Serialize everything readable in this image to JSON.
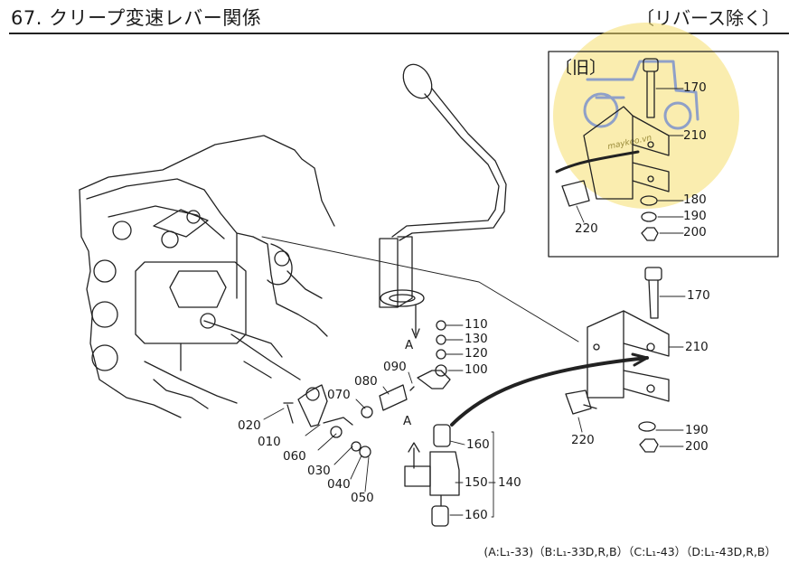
{
  "header": {
    "title": "67. クリープ変速レバー関係",
    "scope": "〔リバース除く〕"
  },
  "inset": {
    "label": "〔旧〕",
    "parts": [
      "170",
      "210",
      "180",
      "190",
      "200",
      "220"
    ]
  },
  "callouts": {
    "p110": "110",
    "p130": "130",
    "p120": "120",
    "p100": "100",
    "p090": "090",
    "p080": "080",
    "p070": "070",
    "p020": "020",
    "p010": "010",
    "p060": "060",
    "p030": "030",
    "p040": "040",
    "p050": "050",
    "p160a": "160",
    "p150": "150",
    "p140": "140",
    "p160b": "160",
    "p170": "170",
    "p210": "210",
    "p220": "220",
    "p190": "190",
    "p200": "200",
    "arrowA1": "A",
    "arrowA2": "A"
  },
  "footer": "(A:L₁-33)（B:L₁-33D,R,B）（C:L₁-43）（D:L₁-43D,R,B）",
  "watermark": {
    "text": "maykeo.vn",
    "color": "#f5de6e"
  }
}
